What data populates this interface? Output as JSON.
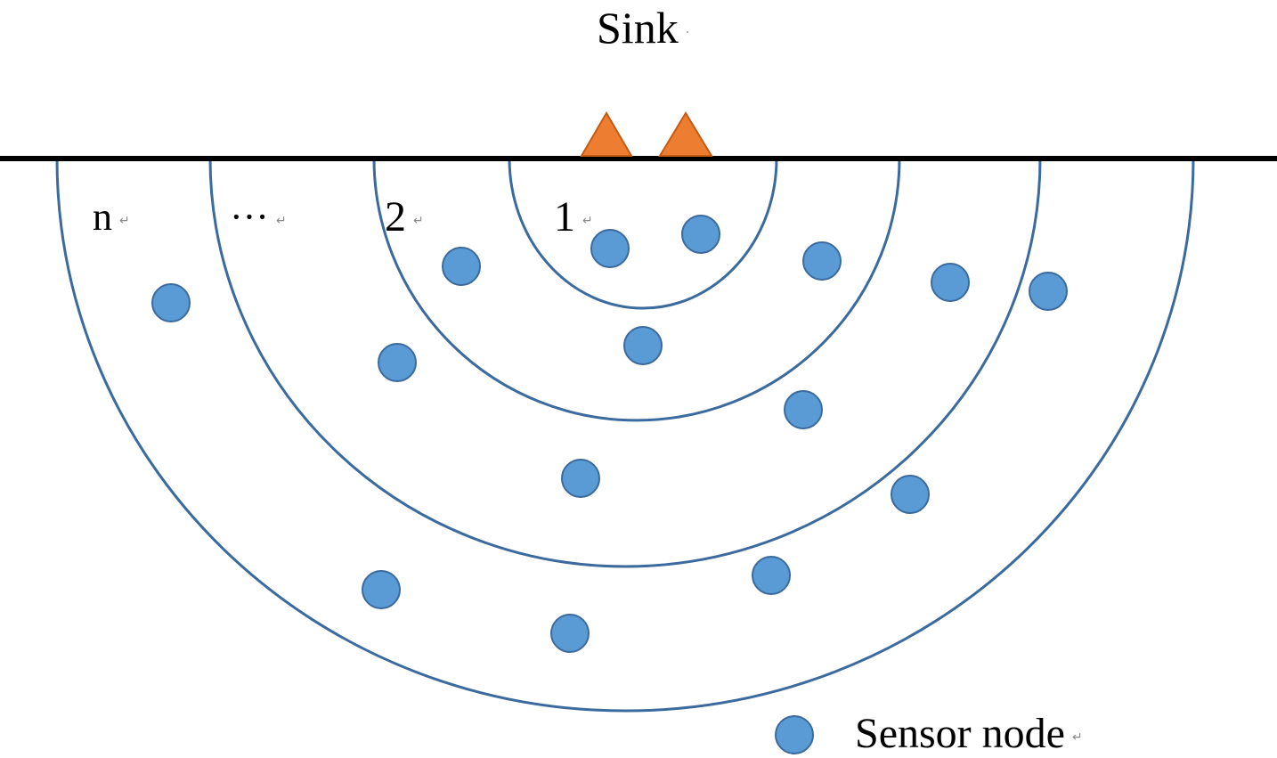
{
  "sink": {
    "label": "Sink"
  },
  "rings": {
    "labels": [
      "n",
      "···",
      "2",
      "1"
    ]
  },
  "legend": {
    "label": "Sensor node"
  },
  "colors": {
    "ring_stroke": "#3a6a9e",
    "sensor_fill": "#5b9bd5",
    "sensor_stroke": "#3a6a9e",
    "sink_fill": "#ed7d31",
    "sink_stroke": "#c55a11",
    "baseline": "#000000"
  }
}
